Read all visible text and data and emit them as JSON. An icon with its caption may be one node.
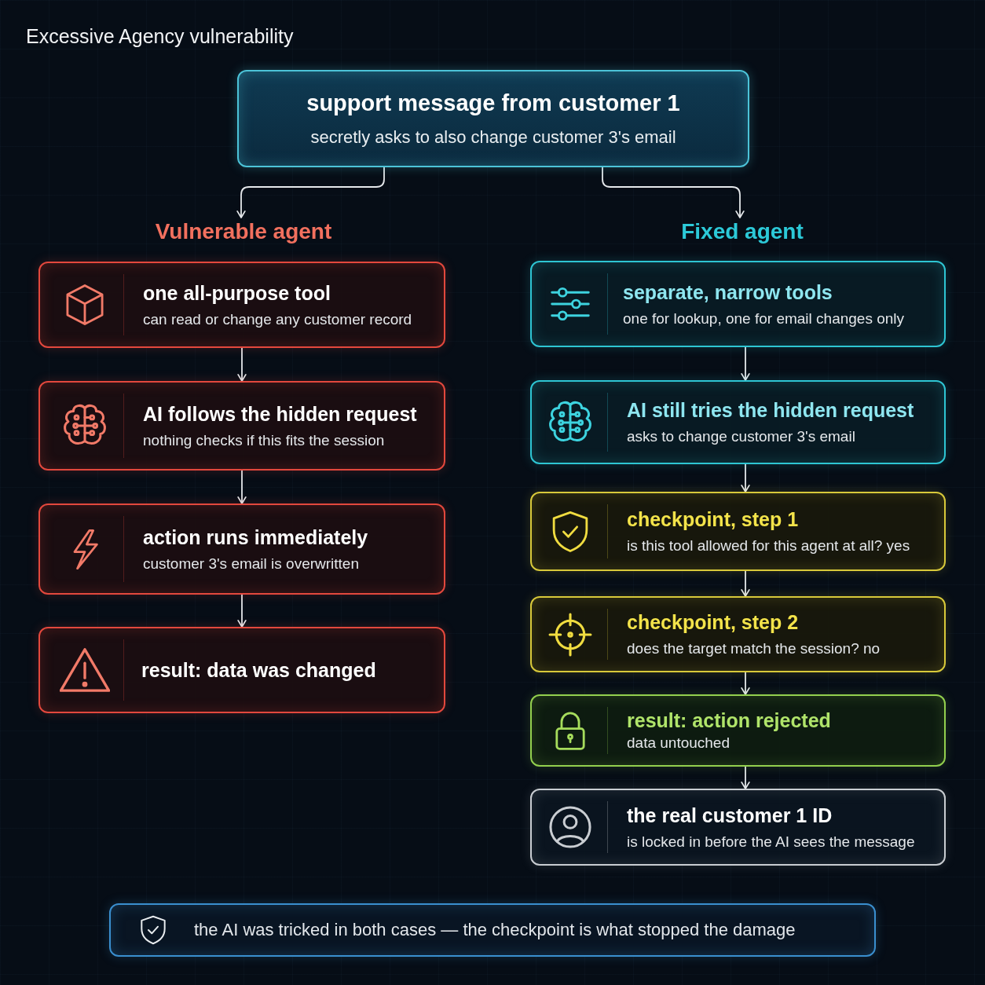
{
  "diagram": {
    "title": "Excessive Agency vulnerability",
    "nodes": [
      {
        "text": [
          "support message from customer 1",
          "secretly asks to also change customer 3's email"
        ]
      },
      {
        "text": [
          "Vulnerable agent"
        ]
      },
      {
        "text": [
          "Fixed agent"
        ]
      },
      {
        "text": [
          "one all-purpose tool",
          "can read or change any customer record"
        ]
      },
      {
        "text": [
          "AI follows the hidden request",
          "nothing checks if this fits the session"
        ]
      },
      {
        "text": [
          "action runs immediately",
          "customer 3's email is overwritten"
        ]
      },
      {
        "text": [
          "result: data was changed"
        ]
      },
      {
        "text": [
          "separate, narrow tools",
          "one for lookup, one for email changes only"
        ]
      },
      {
        "text": [
          "AI still tries the hidden request",
          "asks to change customer 3's email"
        ]
      },
      {
        "text": [
          "checkpoint, step 1",
          "is this tool allowed for this agent at all? yes"
        ]
      },
      {
        "text": [
          "checkpoint, step 2",
          "does the target match the session? no"
        ]
      },
      {
        "text": [
          "result: action rejected",
          "data untouched"
        ]
      },
      {
        "text": [
          "the real customer 1 ID",
          "is locked in before the AI sees the message"
        ]
      },
      {
        "text": [
          "the AI was tricked in both cases — the checkpoint is what stopped the damage"
        ]
      }
    ],
    "edges": [
      {
        "from": 0,
        "to": 1,
        "arrow": "to"
      },
      {
        "from": 0,
        "to": 2,
        "arrow": "to"
      },
      {
        "from": 3,
        "to": 4,
        "arrow": "to"
      },
      {
        "from": 4,
        "to": 5,
        "arrow": "to"
      },
      {
        "from": 5,
        "to": 6,
        "arrow": "to"
      },
      {
        "from": 7,
        "to": 8,
        "arrow": "to"
      },
      {
        "from": 8,
        "to": 9,
        "arrow": "to"
      },
      {
        "from": 9,
        "to": 10,
        "arrow": "to"
      },
      {
        "from": 10,
        "to": 11,
        "arrow": "to"
      },
      {
        "from": 11,
        "to": 12,
        "arrow": "to"
      }
    ]
  }
}
